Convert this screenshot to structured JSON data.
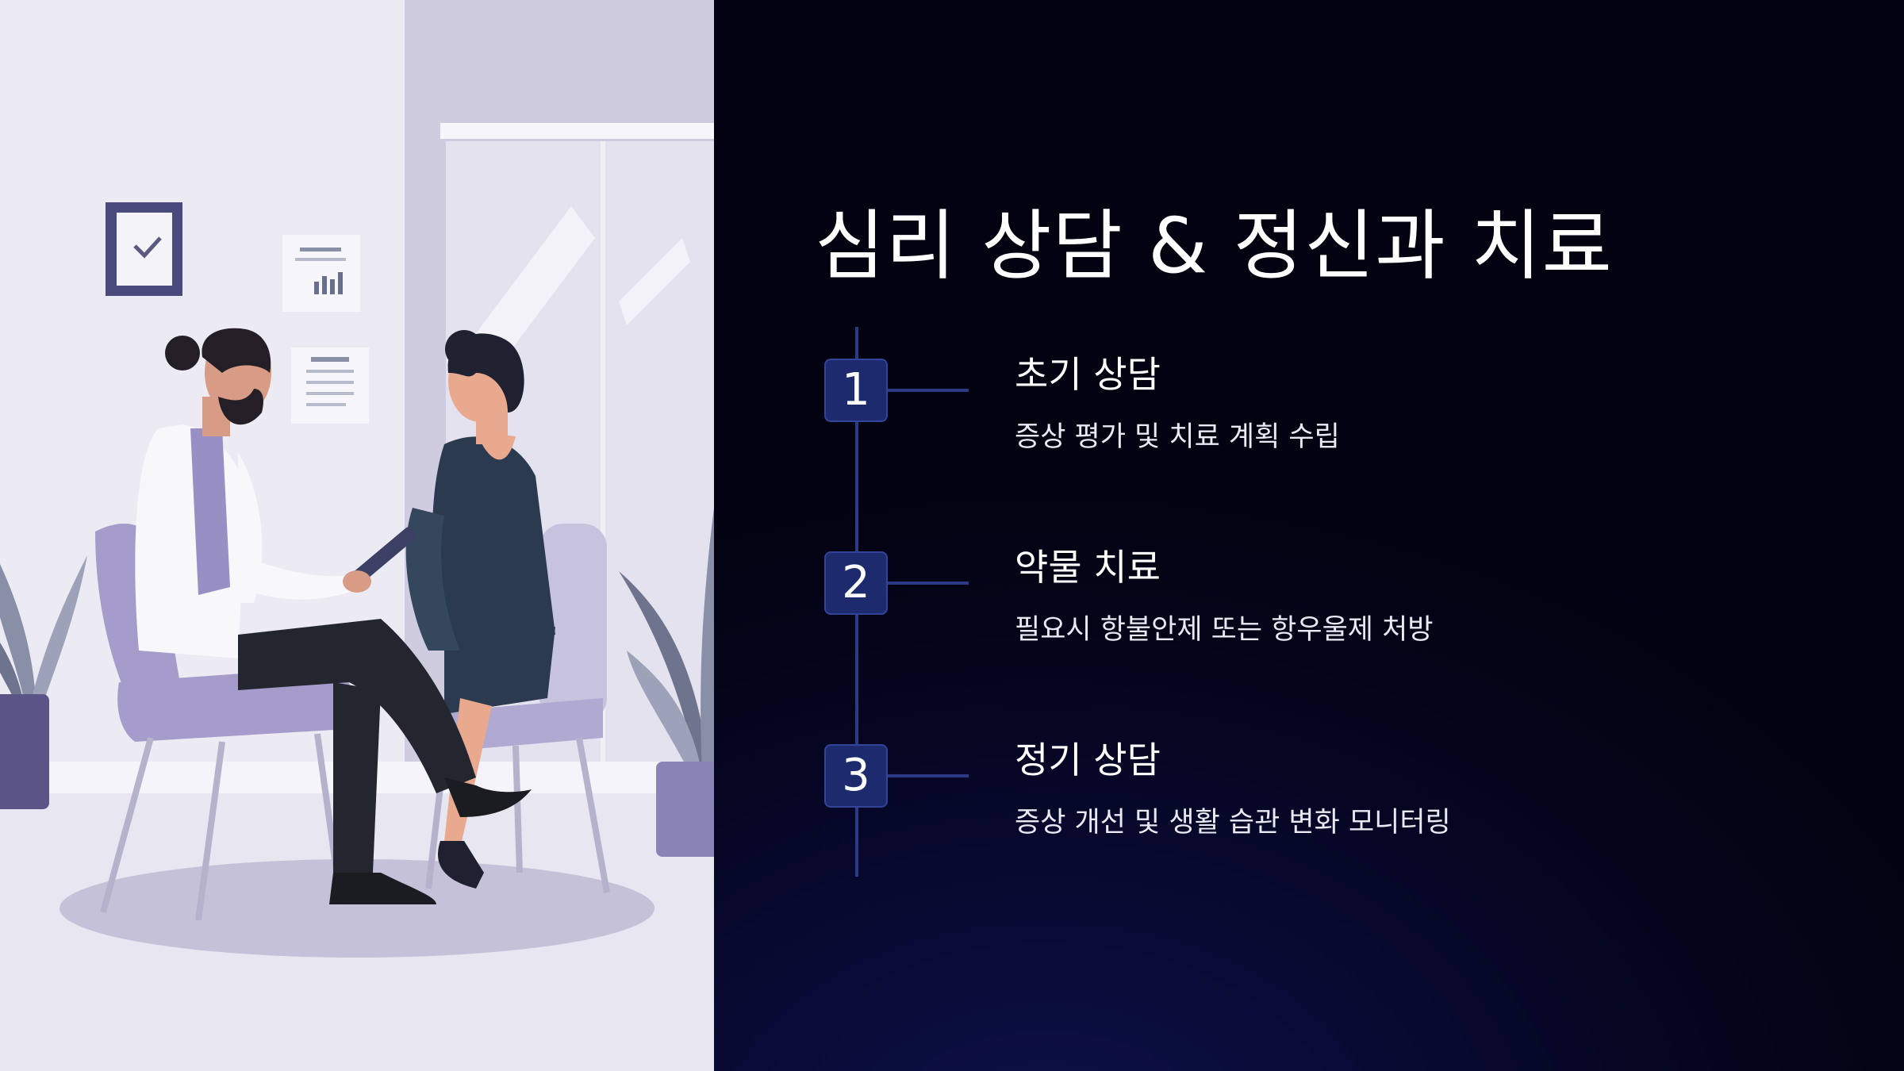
{
  "slide": {
    "title": "심리 상담 & 정신과 치료",
    "steps": [
      {
        "number": "1",
        "title": "초기 상담",
        "description": "증상 평가 및 치료 계획 수립"
      },
      {
        "number": "2",
        "title": "약물 치료",
        "description": "필요시 항불안제 또는 항우울제 처방"
      },
      {
        "number": "3",
        "title": "정기 상담",
        "description": "증상 개선 및 생활 습관 변화 모니터링"
      }
    ]
  },
  "illustration": {
    "subject": "therapist-and-patient-consultation",
    "palette": {
      "wall": "#eceaf3",
      "accent_purple": "#a59ccb",
      "navy": "#2b3a4e",
      "dark": "#1f2030"
    }
  },
  "colors": {
    "background": "#04041a",
    "timeline": "#2c3a86",
    "step_badge": "#1d2b6e",
    "text": "#ffffff"
  }
}
